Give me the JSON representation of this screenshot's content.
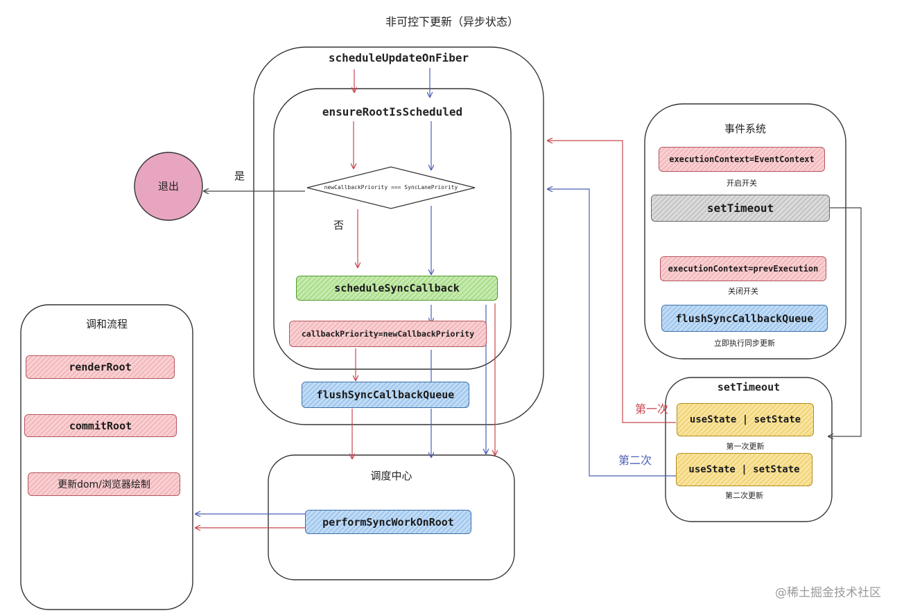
{
  "title": "非可控下更新（异步状态）",
  "schedule_update": {
    "title": "scheduleUpdateOnFiber",
    "ensure_root": "ensureRootIsScheduled",
    "decision": "newCallbackPriority === SyncLanePriority",
    "yes_label": "是",
    "no_label": "否",
    "schedule_sync": "scheduleSyncCallback",
    "callback_priority": "callbackPriority=newCallbackPriority",
    "flush": "flushSyncCallbackQueue"
  },
  "exit": {
    "label": "退出"
  },
  "reconcile": {
    "title": "调和流程",
    "items": [
      "renderRoot",
      "commitRoot",
      "更新dom/浏览器绘制"
    ]
  },
  "scheduler": {
    "title": "调度中心",
    "perform": "performSyncWorkOnRoot"
  },
  "event_system": {
    "title": "事件系统",
    "ctx_event": "executionContext=EventContext",
    "ctx_event_caption": "开启开关",
    "set_timeout": "setTimeout",
    "ctx_prev": "executionContext=prevExecution",
    "ctx_prev_caption": "关闭开关",
    "flush": "flushSyncCallbackQueue",
    "flush_caption": "立即执行同步更新"
  },
  "timeout_panel": {
    "title": "setTimeout",
    "update1": "useState | setState",
    "update1_caption": "第一次更新",
    "update2": "useState | setState",
    "update2_caption": "第二次更新"
  },
  "arrows": {
    "first": "第一次",
    "second": "第二次"
  },
  "watermark": "@稀土掘金技术社区",
  "colors": {
    "red_path": "#c8454c",
    "blue_path": "#4a5fb5",
    "pink": "#f5c2c5",
    "blue": "#b0d2f2",
    "green": "#b8e49c",
    "gray": "#cfcfcf",
    "yellow": "#f5dc8a",
    "exit": "#e8a5c0"
  }
}
